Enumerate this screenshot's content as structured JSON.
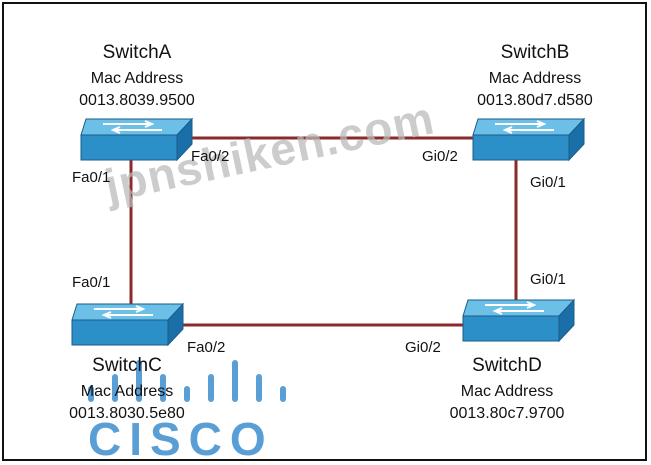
{
  "switches": {
    "a": {
      "name": "SwitchA",
      "mac_label": "Mac Address",
      "mac": "0013.8039.9500"
    },
    "b": {
      "name": "SwitchB",
      "mac_label": "Mac Address",
      "mac": "0013.80d7.d580"
    },
    "c": {
      "name": "SwitchC",
      "mac_label": "Mac Address",
      "mac": "0013.8030.5e80"
    },
    "d": {
      "name": "SwitchD",
      "mac_label": "Mac Address",
      "mac": "0013.80c7.9700"
    }
  },
  "ports": {
    "a_right": "Fa0/2",
    "a_down": "Fa0/1",
    "b_left": "Gi0/2",
    "b_down": "Gi0/1",
    "c_up": "Fa0/1",
    "c_right": "Fa0/2",
    "d_left": "Gi0/2",
    "d_up": "Gi0/1"
  },
  "watermark": "jpnshiken.com",
  "logo_text": "CISCO",
  "colors": {
    "link": "#8b2a2a",
    "switch_top": "#43a7d6",
    "switch_side": "#1a6fa8",
    "logo": "#3d8fd0"
  }
}
